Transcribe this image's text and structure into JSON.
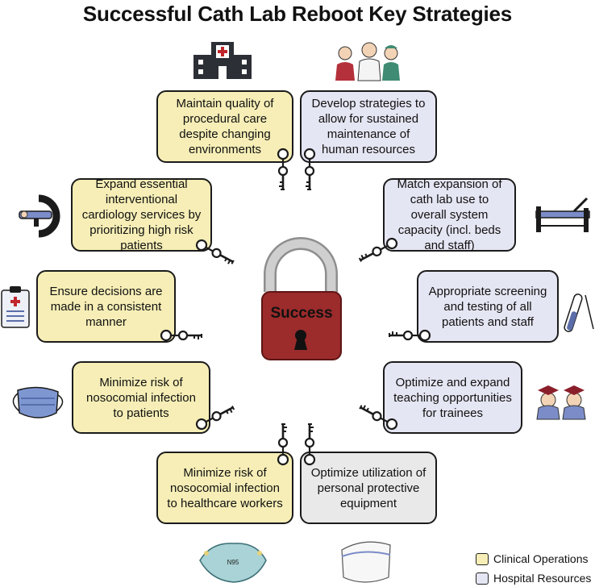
{
  "title": "Successful Cath Lab Reboot Key Strategies",
  "center_lock_label": "Success",
  "strategies": {
    "maintain_quality": "Maintain quality of procedural care despite changing environments",
    "develop_strategies": "Develop strategies to allow for sustained maintenance of human resources",
    "expand_services": "Expand essential interventional cardiology services by prioritizing high risk patients",
    "match_expansion": "Match expansion of cath lab use to overall system capacity (incl. beds and staff)",
    "consistent_decisions": "Ensure decisions are made in a consistent manner",
    "screening_testing": "Appropriate screening and testing of all patients and staff",
    "infection_patients": "Minimize risk of nosocomial infection to patients",
    "teaching": "Optimize and expand teaching opportunities for trainees",
    "infection_workers": "Minimize risk of nosocomial infection to healthcare workers",
    "ppe": "Optimize utilization of personal protective equipment"
  },
  "mask_label": "N95",
  "legend": {
    "clinical": "Clinical Operations",
    "hospital": "Hospital Resources"
  },
  "colors": {
    "clinical": "#f6eeb6",
    "hospital": "#e5e6f3",
    "ppe_box": "#e9e9e9",
    "lock_body": "#9c2b2b",
    "lock_shackle": "#c9c9c9"
  },
  "icons": [
    "hospital-building-icon",
    "healthcare-staff-icon",
    "ct-scanner-icon",
    "hospital-bed-icon",
    "clipboard-icon",
    "test-tube-icon",
    "surgical-mask-icon",
    "graduates-icon",
    "n95-mask-icon",
    "face-shield-icon",
    "padlock-icon",
    "key-icon"
  ]
}
